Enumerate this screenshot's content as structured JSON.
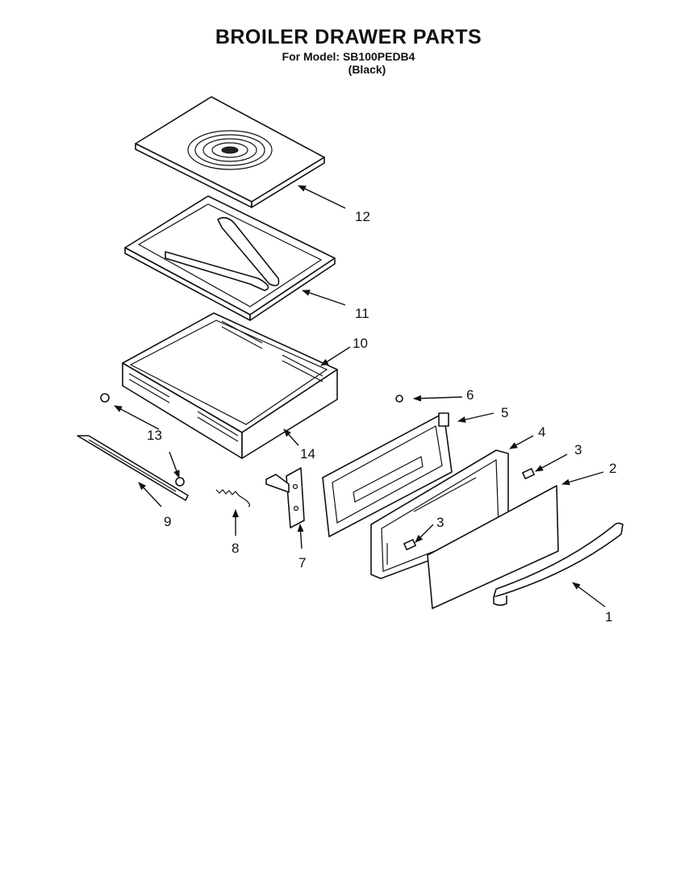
{
  "title": "BROILER DRAWER PARTS",
  "model_line": "For Model: SB100PEDB4",
  "color_line": "(Black)",
  "callouts": [
    "12",
    "11",
    "10",
    "6",
    "5",
    "4",
    "3",
    "2",
    "13",
    "14",
    "9",
    "8",
    "7",
    "3",
    "1"
  ]
}
